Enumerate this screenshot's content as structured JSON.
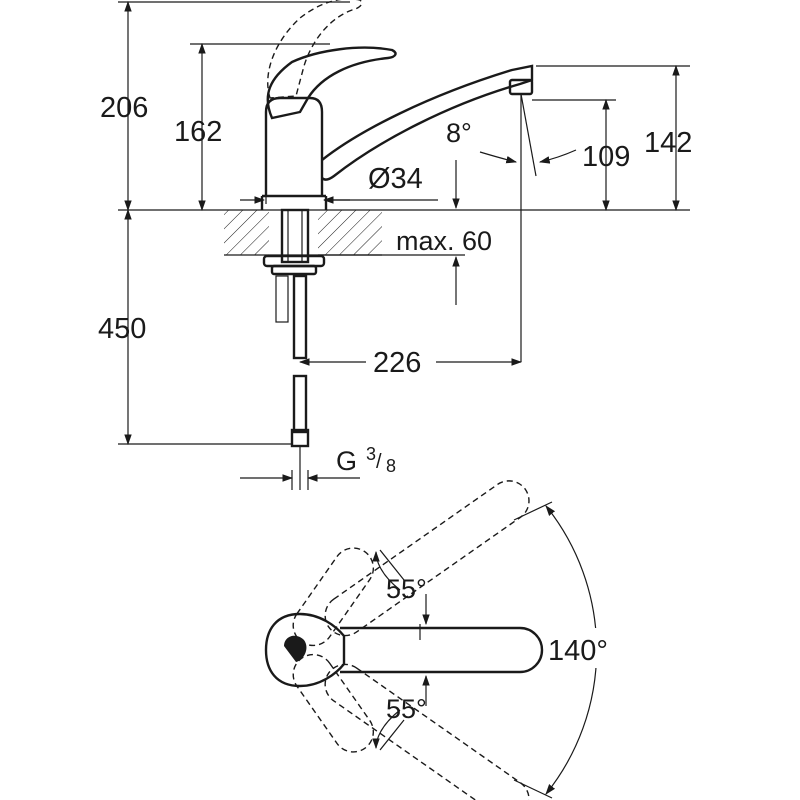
{
  "side_view": {
    "dimensions": {
      "overall_height": "206",
      "handle_height": "162",
      "spout_outlet_height": "109",
      "spout_top_height": "142",
      "spout_angle": "8°",
      "body_diameter": "Ø34",
      "max_deck_thickness": "max. 60",
      "below_deck_length": "450",
      "spout_reach": "226",
      "connection_thread": "G",
      "thread_numerator": "3",
      "thread_denominator": "8"
    }
  },
  "top_view": {
    "angles": {
      "left_rotation": "55°",
      "right_rotation": "55°",
      "total_rotation": "140°"
    }
  }
}
